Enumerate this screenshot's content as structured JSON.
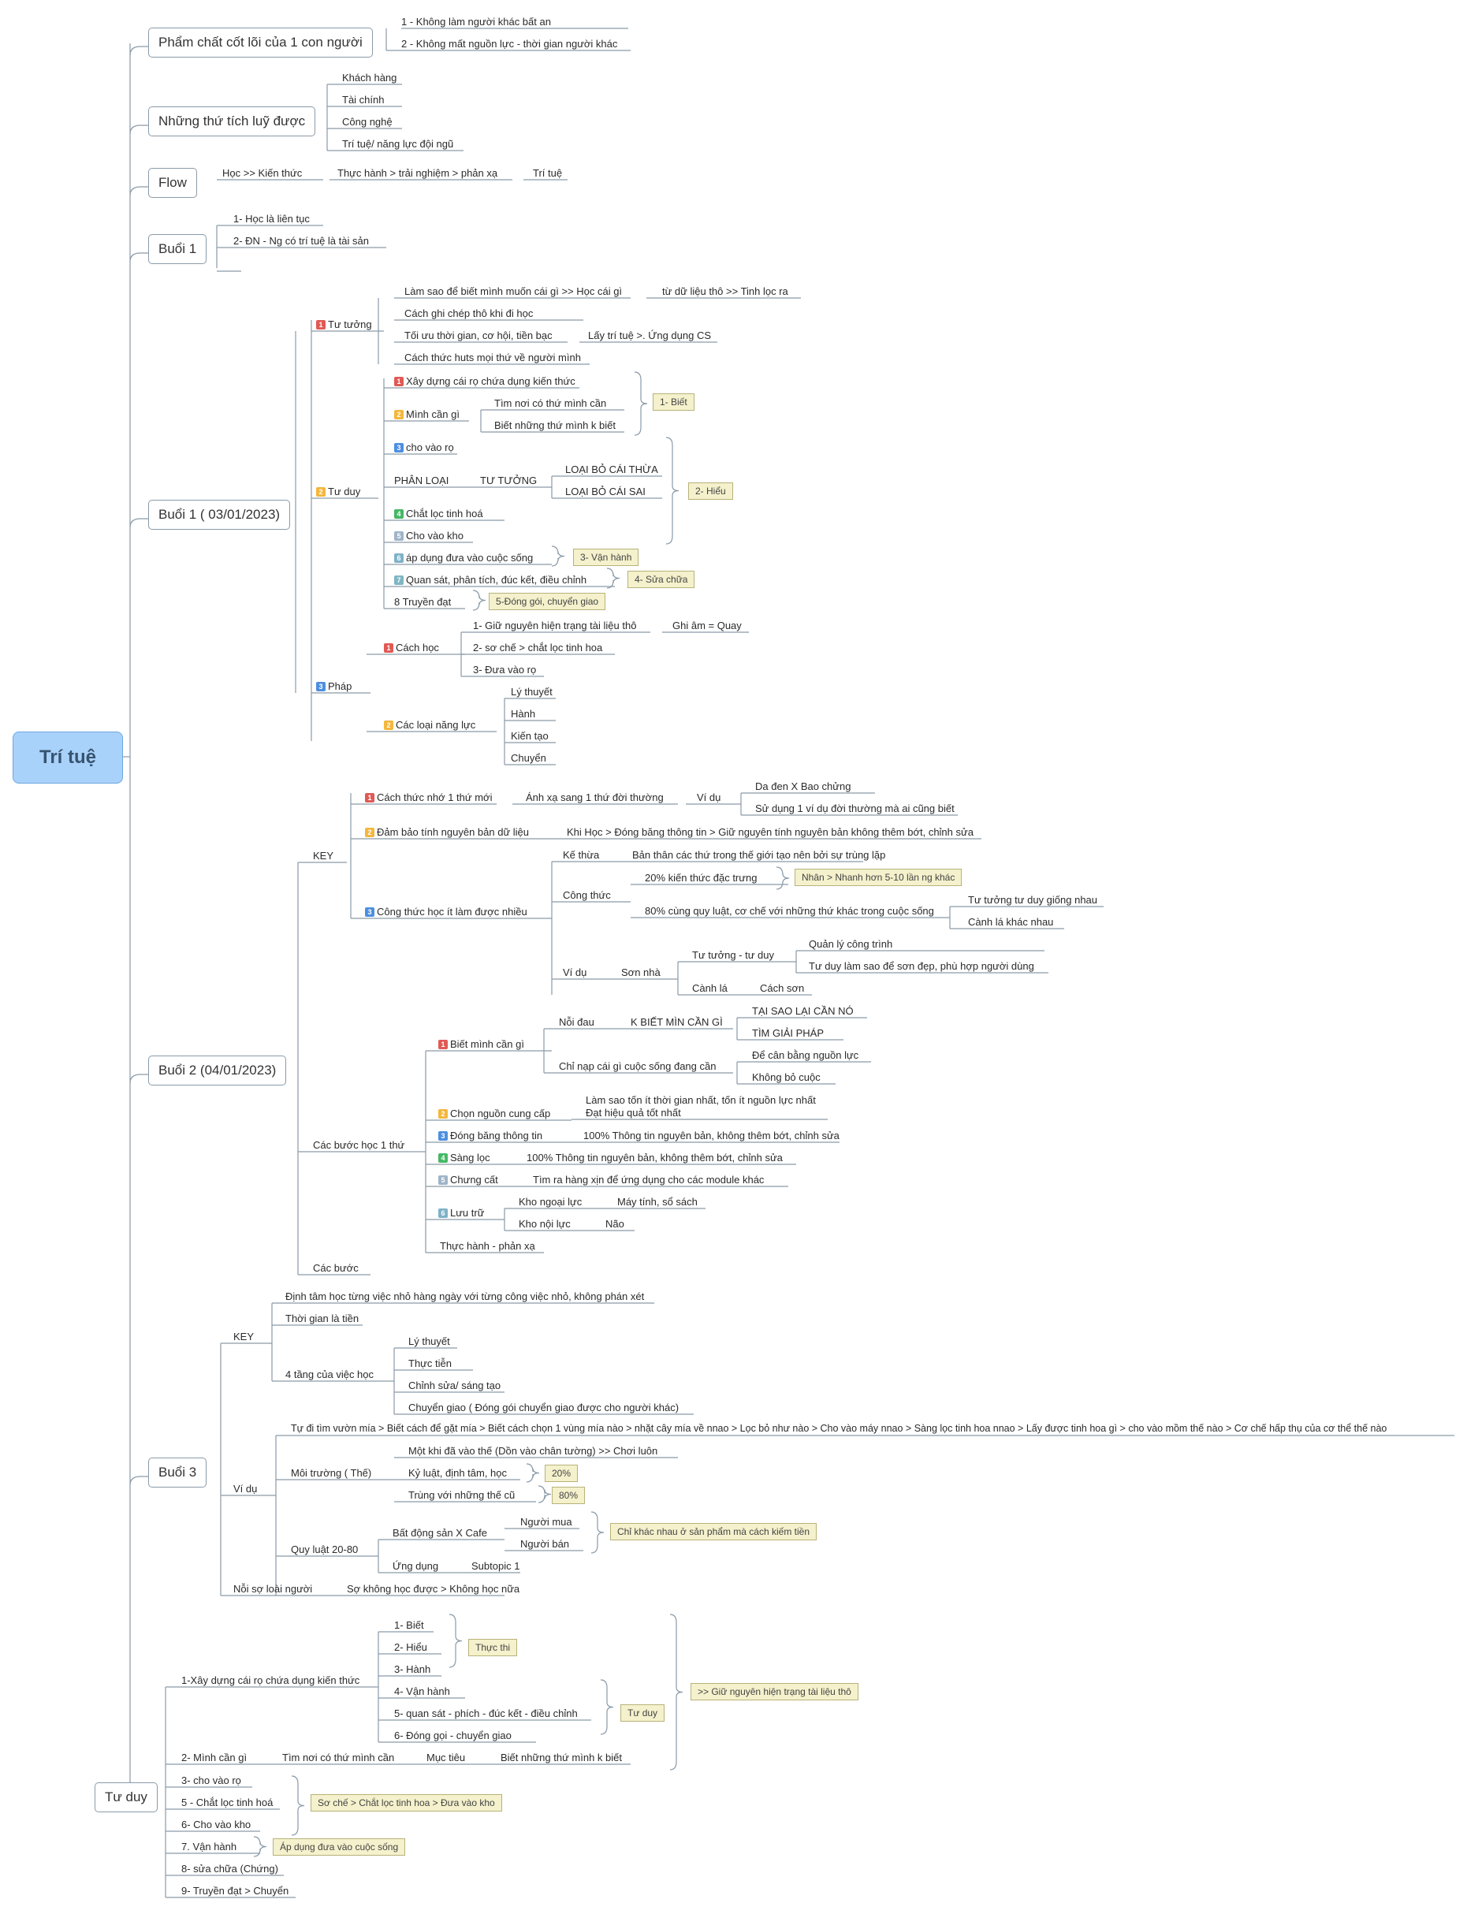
{
  "root": "Trí tuệ",
  "colors": {
    "root_fill": "#a9d2fb",
    "line": "#8a9aa8",
    "note_fill": "#f4f1cc",
    "badge_1": "#e05a55",
    "badge_2": "#f4b63c",
    "badge_3": "#4d8fe0",
    "badge_4": "#45b866",
    "badge_5": "#9fb4c8",
    "badge_6": "#7fb2c8",
    "badge_7": "#7fb6c4"
  },
  "branches": {
    "b1": "Phẩm chất cốt lõi của 1 con người",
    "b1_1": "1 - Không làm người khác bất an",
    "b1_2": "2 - Không mất nguồn lực - thời gian người khác",
    "b2": "Những thứ tích luỹ được",
    "b2_1": "Khách hàng",
    "b2_2": "Tài chính",
    "b2_3": "Công nghệ",
    "b2_4": "Trí tuệ/ năng lực đội ngũ",
    "b3": "Flow",
    "b3_1": "Học >> Kiến thức",
    "b3_2": "Thực hành > trải nghiệm > phản xạ",
    "b3_3": "Trí tuệ",
    "b4": "Buổi 1",
    "b4_1": "1- Học là liên tục",
    "b4_2": "2- ĐN - Ng có trí tuệ là tài sản",
    "b5": "Buổi 1 ( 03/01/2023)",
    "tt": "Tư tưởng",
    "tt1": "Làm sao để biết mình muốn cái gì >> Học cái gì",
    "tt1a": "từ dữ liệu thô >> Tinh lọc ra",
    "tt2": "Cách ghi chép thô khi đi học",
    "tt3": "Tối ưu thời gian, cơ hội, tiền bạc",
    "tt3a": "Lấy trí tuệ >. Ứng dụng CS",
    "tt4": "Cách thức huts mọi thứ về người mình",
    "td": "Tư duy",
    "td1": "Xây dựng cái rọ chứa dụng kiến thức",
    "td2": "Mình cần gì",
    "td2a": "Tìm nơi có thứ mình cần",
    "td2b": "Biết những thứ mình k biết",
    "td3": "cho vào rọ",
    "td_pl": "PHÂN LOẠI",
    "td_pl2": "TƯ TƯỞNG",
    "td_pl3": "LOẠI BỎ CÁI THỪA",
    "td_pl4": "LOẠI BỎ CÁI SAI",
    "td4": "Chắt lọc tinh hoá",
    "td5": "Cho vào kho",
    "td6": "áp dụng đưa vào cuộc sống",
    "td7": "Quan sát, phân tích, đúc kết, điều chỉnh",
    "td8": "8 Truyền đạt",
    "n_biet": "1- Biết",
    "n_hieu": "2- Hiểu",
    "n_vh": "3- Vận hành",
    "n_sc": "4- Sửa chữa",
    "n_dg": "5-Đóng gói, chuyển giao",
    "ph": "Pháp",
    "ph1": "Cách học",
    "ph1a": "1- Giữ nguyên hiện trạng tài liệu thô",
    "ph1a1": "Ghi âm = Quay",
    "ph1b": "2- sơ chế > chắt lọc tinh hoa",
    "ph1c": "3- Đưa vào rọ",
    "ph2": "Các loại năng lực",
    "ph2a": "Lý thuyết",
    "ph2b": "Hành",
    "ph2c": "Kiến tạo",
    "ph2d": "Chuyển",
    "b6": "Buổi 2 (04/01/2023)",
    "key": "KEY",
    "k1": "Cách thức nhớ 1 thứ mới",
    "k1a": "Ánh xạ sang 1 thứ đời thường",
    "k1b": "Ví dụ",
    "k1c": "Da đen X Bao chửng",
    "k1d": "Sử dụng 1 ví dụ đời thường mà ai cũng biết",
    "k2": "Đảm bảo tính nguyên bản dữ liệu",
    "k2a": "Khi Học > Đóng băng thông tin > Giữ nguyên tính nguyên bản không thêm bớt, chỉnh sửa",
    "k3": "Công thức học ít làm được nhiều",
    "k3a": "Kế thừa",
    "k3a1": "Bản thân các thứ trong thế giới tạo nên bởi sự trùng lặp",
    "k3b": "Công thức",
    "k3b1": "20% kiến thức đặc trưng",
    "k3b1n": "Nhân > Nhanh hơn 5-10 lần ng khác",
    "k3b2": "80% cùng quy luật, cơ chế với những thứ khác trong cuộc sống",
    "k3b2a": "Tư tưởng tư duy giống nhau",
    "k3b2b": "Cành lá khác nhau",
    "k3c": "Ví dụ",
    "k3c1": "Sơn nhà",
    "k3c2": "Tư tưởng - tư duy",
    "k3c2a": "Quản lý công trình",
    "k3c2b": "Tư duy làm sao để sơn đẹp, phù hợp người dùng",
    "k3c3": "Cành lá",
    "k3c3a": "Cách sơn",
    "cb": "Các bước học 1 thứ",
    "cb1": "Biết mình cần gì",
    "cb1a": "Nỗi đau",
    "cb1a1": "K BIẾT MÌN CẦN GÌ",
    "cb1a2": "TẠI SAO LẠI CẦN NÓ",
    "cb1a3": "TÌM GIẢI PHÁP",
    "cb1b": "Chỉ nạp cái gì cuộc sống đang cần",
    "cb1b1": "Để cân bằng nguồn lực",
    "cb1b2": "Không bỏ cuộc",
    "cb2": "Chọn nguồn cung cấp",
    "cb2a": "Làm sao tốn ít thời gian nhất, tốn ít nguồn lực nhất",
    "cb2b": "Đạt hiệu quả tốt nhất",
    "cb3": "Đóng băng thông tin",
    "cb3a": "100% Thông tin nguyên bản, không thêm bớt, chỉnh sửa",
    "cb4": "Sàng lọc",
    "cb4a": "100% Thông tin nguyên bản, không thêm bớt, chỉnh sửa",
    "cb5": "Chưng cất",
    "cb5a": "Tìm ra hàng xịn để ứng dụng cho các module khác",
    "cb6": "Lưu trữ",
    "cb6a": "Kho ngoại lực",
    "cb6a1": "Máy tính, sổ sách",
    "cb6b": "Kho nội lực",
    "cb6b1": "Não",
    "cb7": "Thực hành - phản xạ",
    "cb8": "Các bước",
    "b7": "Buổi 3",
    "k3_1": "Định tâm học từng việc nhỏ hàng ngày với từng công việc nhỏ, không phán xét",
    "k3_2": "Thời gian là tiền",
    "k3_3": "4 tầng của việc học",
    "k3_3a": "Lý thuyết",
    "k3_3b": "Thực tiễn",
    "k3_3c": "Chỉnh sửa/ sáng tạo",
    "k3_3d": "Chuyển giao ( Đóng gói chuyển giao được cho người khác)",
    "vd": "Ví dụ",
    "vd1": "Tự đi tìm vườn mía > Biết cách để gặt mía > Biết cách chọn 1 vùng mía nào > nhặt cây mía về nnao > Lọc bỏ như nào > Cho vào máy nnao > Sàng lọc tinh hoa nnao > Lấy được tinh hoa gì > cho vào mồm thế nào > Cơ chế hấp thụ của cơ thể thế nào",
    "vd2": "Môi trường ( Thế)",
    "vd2a": "Một khi đã vào thế (Dồn vào chân tường) >> Chơi luôn",
    "vd2b": "Kỷ luật, định tâm, học",
    "vd2c": "Trùng với những thế cũ",
    "n20": "20%",
    "n80": "80%",
    "vd3": "Quy luật 20-80",
    "vd3a": "Bất động sản X Cafe",
    "vd3a1": "Người mua",
    "vd3a2": "Người bán",
    "vd3n": "Chỉ khác nhau ở sản phẩm mà cách kiếm tiền",
    "vd3b": "Ứng dụng",
    "vd3b1": "Subtopic 1",
    "vd4": "Nỗi sợ loài người",
    "vd4a": "Sợ không học được > Không học nữa",
    "b8": "Tư duy",
    "t1": "1-Xây dựng cái rọ chứa dụng kiến thức",
    "t1a": "1- Biết",
    "t1b": "2- Hiểu",
    "t1c": "3- Hành",
    "t1d": "4- Vận hành",
    "t1e": "5- quan sát - phích - đúc kết - điều chỉnh",
    "t1f": "6- Đóng gọi - chuyển giao",
    "n_tt": "Thực thi",
    "n_td": "Tư duy",
    "n_g": ">> Giữ nguyên hiện trạng tài liệu thô",
    "t2": "2- Mình cần gì",
    "t2a": "Tìm nơi có thứ mình cần",
    "t2b": "Mục tiêu",
    "t2c": "Biết những thứ mình k biết",
    "t3": "3- cho vào rọ",
    "t5": "5 - Chắt lọc tinh hoá",
    "n_sc2": "Sơ chế > Chắt lọc tinh hoa > Đưa vào kho",
    "t6": "6- Cho vào kho",
    "t7": "7. Vận hành",
    "n_ad": "Áp dụng đưa vào cuộc sống",
    "t8": "8- sửa chữa (Chứng)",
    "t9": "9- Truyền đạt > Chuyển"
  }
}
